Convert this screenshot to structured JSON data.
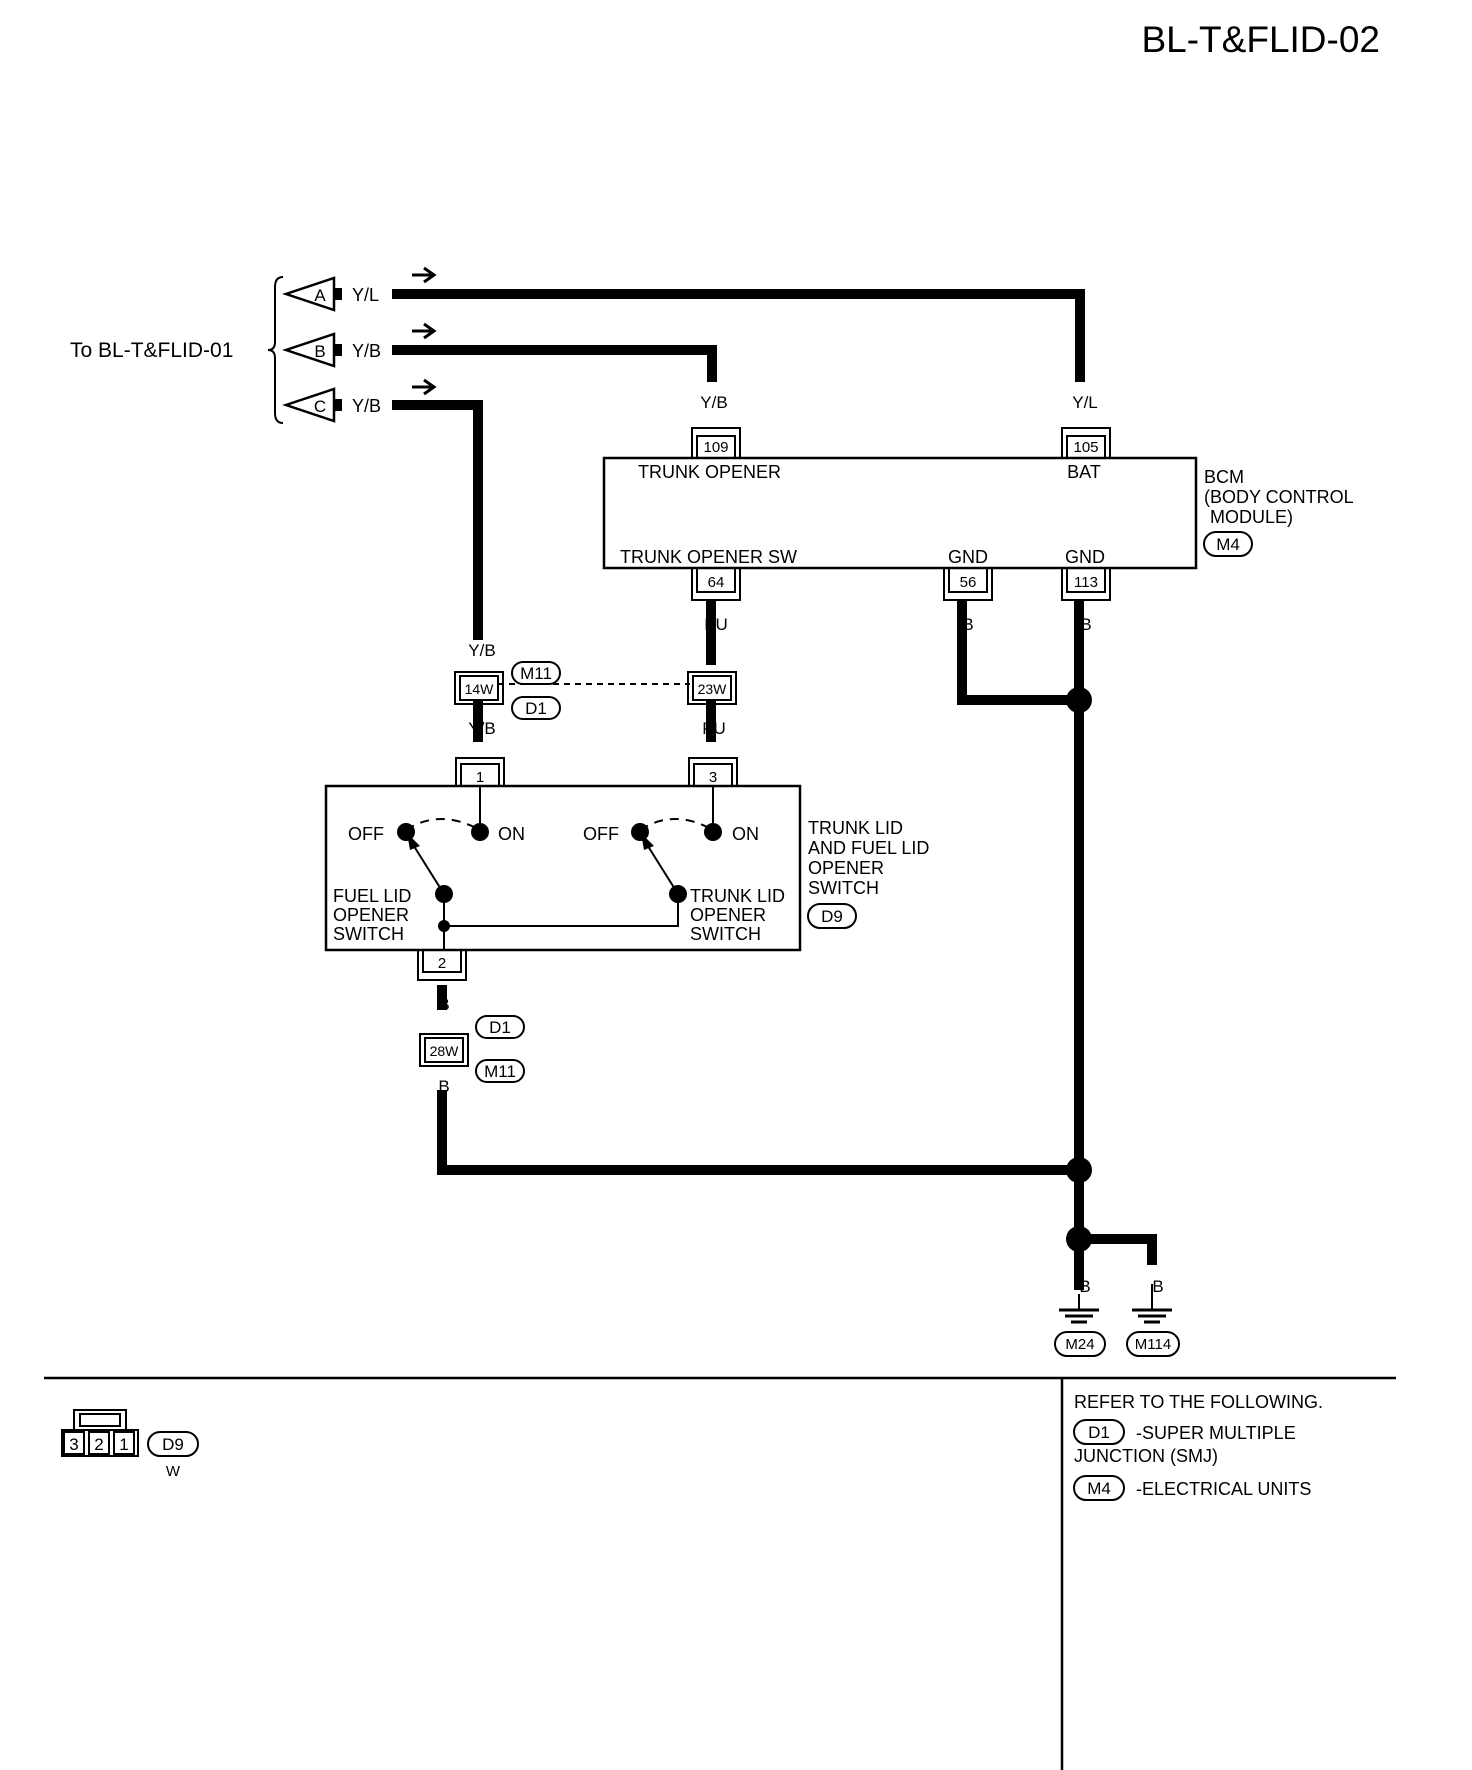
{
  "page_id": "BL-T&FLID-02",
  "reference_to": "To BL-T&FLID-01",
  "inputs": [
    {
      "letter": "A",
      "color": "Y/L"
    },
    {
      "letter": "B",
      "color": "Y/B"
    },
    {
      "letter": "C",
      "color": "Y/B"
    }
  ],
  "bcm": {
    "title_lines": [
      "BCM",
      "(BODY CONTROL",
      "MODULE)"
    ],
    "connector": "M4",
    "terminals": {
      "trunk_opener": {
        "pin": "109",
        "label": "TRUNK OPENER",
        "wire": "Y/B"
      },
      "bat": {
        "pin": "105",
        "label": "BAT",
        "wire": "Y/L"
      },
      "trunk_opener_sw": {
        "pin": "64",
        "label": "TRUNK OPENER SW",
        "wire": "PU"
      },
      "gnd56": {
        "pin": "56",
        "label": "GND",
        "wire": "B"
      },
      "gnd113": {
        "pin": "113",
        "label": "GND",
        "wire": "B"
      }
    }
  },
  "junction_upper": {
    "left_pin": "14W",
    "right_pin": "23W",
    "connectors": [
      "M11",
      "D1"
    ],
    "wire_left_top": "Y/B",
    "wire_left_bottom": "Y/B",
    "wire_right_bottom": "PU"
  },
  "switch_unit": {
    "title_lines": [
      "TRUNK LID",
      "AND FUEL LID",
      "OPENER",
      "SWITCH"
    ],
    "connector": "D9",
    "pins": [
      "1",
      "3",
      "2"
    ],
    "off": "OFF",
    "on": "ON",
    "fuel_lid_lines": [
      "FUEL LID",
      "OPENER",
      "SWITCH"
    ],
    "trunk_lid_lines": [
      "TRUNK LID",
      "OPENER",
      "SWITCH"
    ],
    "wire_out": "B"
  },
  "junction_lower": {
    "pin": "28W",
    "connectors": [
      "D1",
      "M11"
    ],
    "wire_bottom": "B"
  },
  "grounds": [
    {
      "name": "M24",
      "wire": "B"
    },
    {
      "name": "M114",
      "wire": "B"
    }
  ],
  "connector_view": {
    "pins": [
      "3",
      "2",
      "1"
    ],
    "connector": "D9",
    "color": "W"
  },
  "refer": {
    "heading": "REFER TO THE FOLLOWING.",
    "items": [
      {
        "code": "D1",
        "lines": [
          "-SUPER MULTIPLE",
          "JUNCTION (SMJ)"
        ]
      },
      {
        "code": "M4",
        "lines": [
          "-ELECTRICAL UNITS"
        ]
      }
    ]
  }
}
